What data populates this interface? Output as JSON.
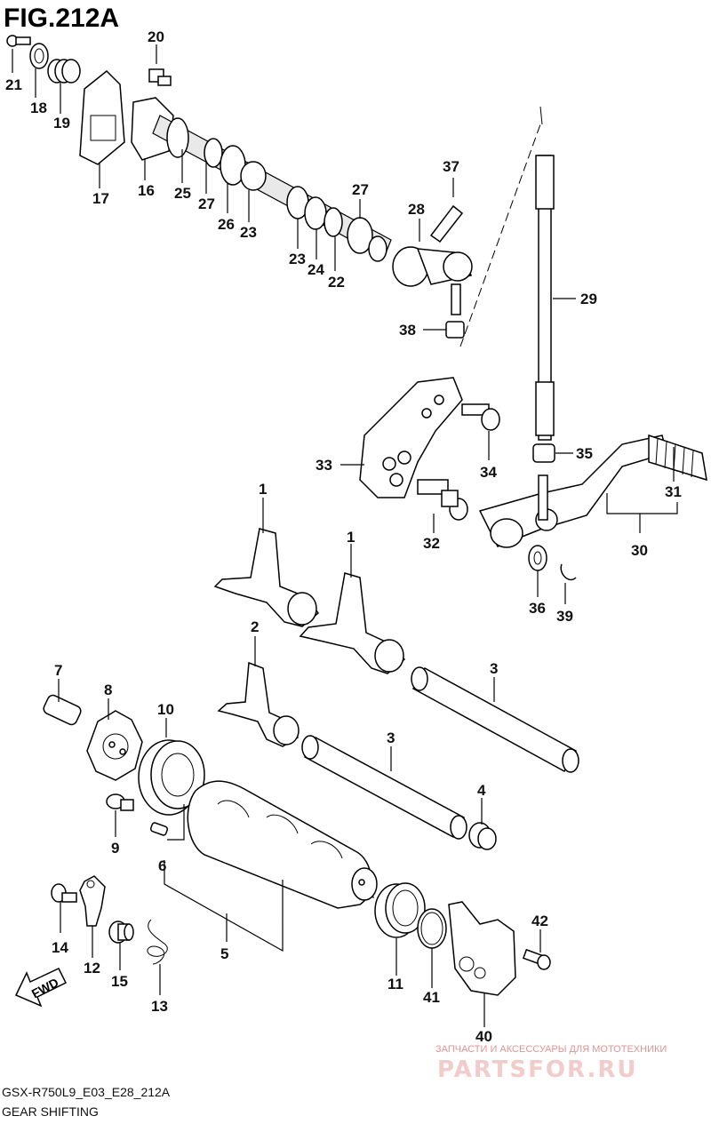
{
  "figure": {
    "title": "FIG.212A",
    "model_code": "GSX-R750L9_E03_E28_212A",
    "section_name": "GEAR SHIFTING"
  },
  "direction_arrow": {
    "label": "FWD"
  },
  "watermark": {
    "tagline": "ЗАПЧАСТИ И АКСЕССУАРЫ ДЛЯ МОТОТЕХНИКИ",
    "brand": "PARTSFOR.RU"
  },
  "callouts": [
    "1",
    "1",
    "2",
    "3",
    "3",
    "4",
    "5",
    "6",
    "7",
    "8",
    "9",
    "10",
    "11",
    "12",
    "13",
    "14",
    "15",
    "16",
    "17",
    "18",
    "19",
    "20",
    "21",
    "22",
    "23",
    "23",
    "24",
    "25",
    "26",
    "27",
    "27",
    "28",
    "29",
    "30",
    "31",
    "32",
    "33",
    "34",
    "35",
    "36",
    "37",
    "38",
    "39",
    "40",
    "41",
    "42"
  ]
}
